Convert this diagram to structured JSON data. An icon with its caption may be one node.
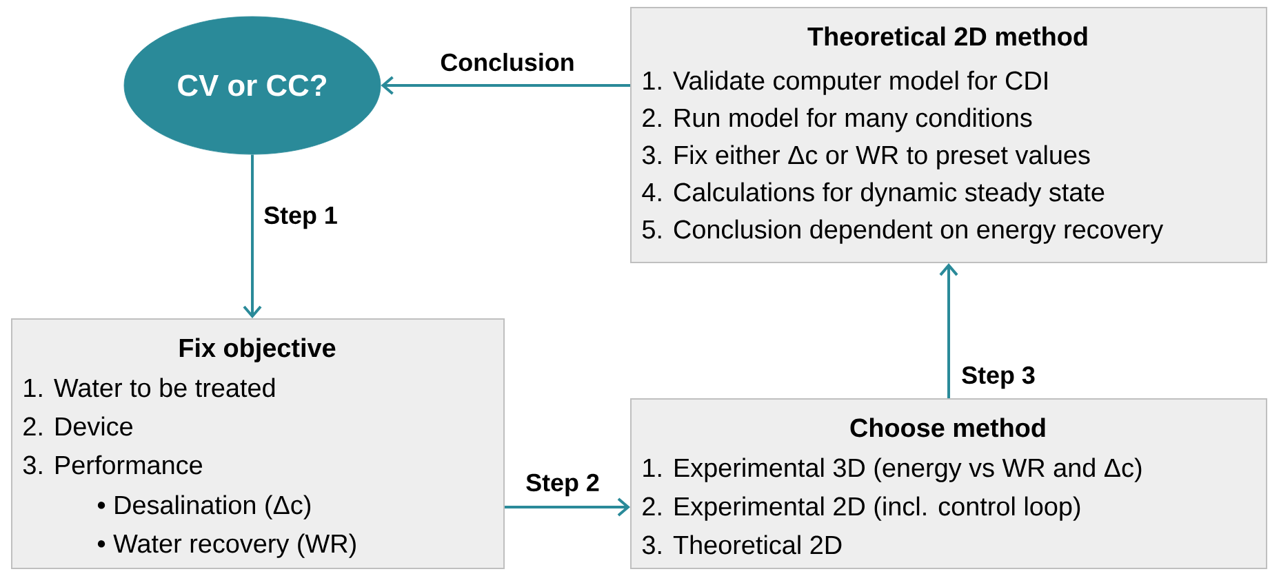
{
  "diagram": {
    "nodes": [
      {
        "text": [
          "CV or CC?"
        ]
      },
      {
        "text": [
          "Theoretical 2D method",
          "1. Validate computer model for CDI",
          "2. Run model for many conditions",
          "3. Fix either Δc or WR to preset values",
          "4. Calculations for dynamic steady state",
          "5. Conclusion dependent on energy recovery"
        ]
      },
      {
        "text": [
          "Fix objective",
          "1. Water to be treated",
          "2. Device",
          "3. Performance",
          "• Desalination (Δc)",
          "• Water recovery (WR)"
        ]
      },
      {
        "text": [
          "Choose method",
          "1. Experimental 3D (energy vs WR and Δc)",
          "2. Experimental 2D (incl. control loop)",
          "3. Theoretical 2D"
        ]
      }
    ],
    "edges": [
      {
        "from": 1,
        "to": 0,
        "arrow": "to",
        "label": "Conclusion"
      },
      {
        "from": 0,
        "to": 2,
        "arrow": "to",
        "label": "Step 1"
      },
      {
        "from": 2,
        "to": 3,
        "arrow": "to",
        "label": "Step 2"
      },
      {
        "from": 3,
        "to": 1,
        "arrow": "to",
        "label": "Step 3"
      }
    ]
  }
}
